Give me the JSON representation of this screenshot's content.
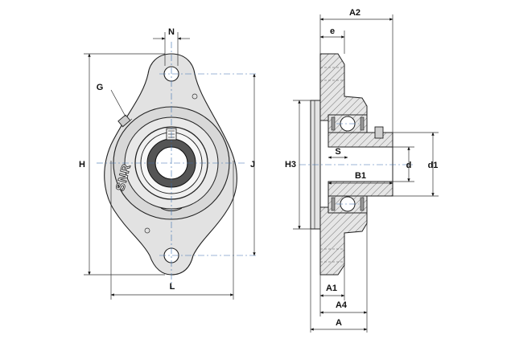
{
  "brand": "SNR",
  "labels": {
    "N": "N",
    "G": "G",
    "H": "H",
    "J": "J",
    "L": "L",
    "A2": "A2",
    "e": "e",
    "H3": "H3",
    "S": "S",
    "B1": "B1",
    "d": "d",
    "d1": "d1",
    "A1": "A1",
    "A4": "A4",
    "A": "A"
  },
  "colors": {
    "line": "#222222",
    "centerline": "#3a6fb0",
    "body": "#e2e2e2"
  }
}
